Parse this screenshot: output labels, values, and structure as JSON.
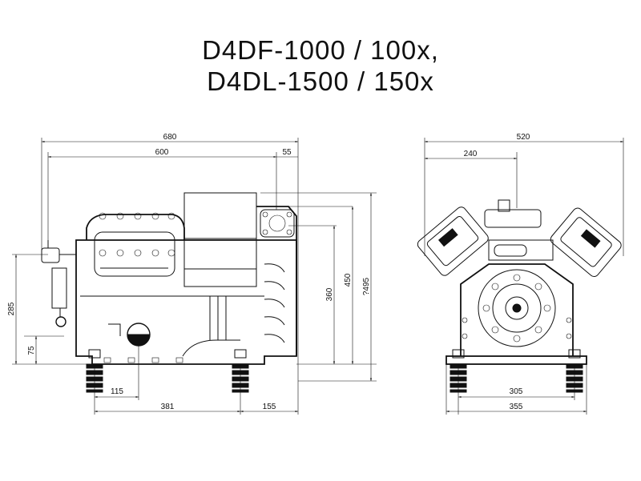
{
  "title": {
    "line1": "D4DF-1000 / 100x,",
    "line2": "D4DL-1500 / 150x"
  },
  "dimensions": {
    "side_view": {
      "overall_length": "680",
      "length_600": "600",
      "offset_55": "55",
      "height_495": "?495",
      "height_450": "450",
      "height_360": "360",
      "height_285": "285",
      "height_75": "75",
      "foot_115": "115",
      "foot_381": "381",
      "foot_155": "155"
    },
    "end_view": {
      "overall_width": "520",
      "width_240": "240",
      "foot_305": "305",
      "foot_355": "355"
    }
  }
}
